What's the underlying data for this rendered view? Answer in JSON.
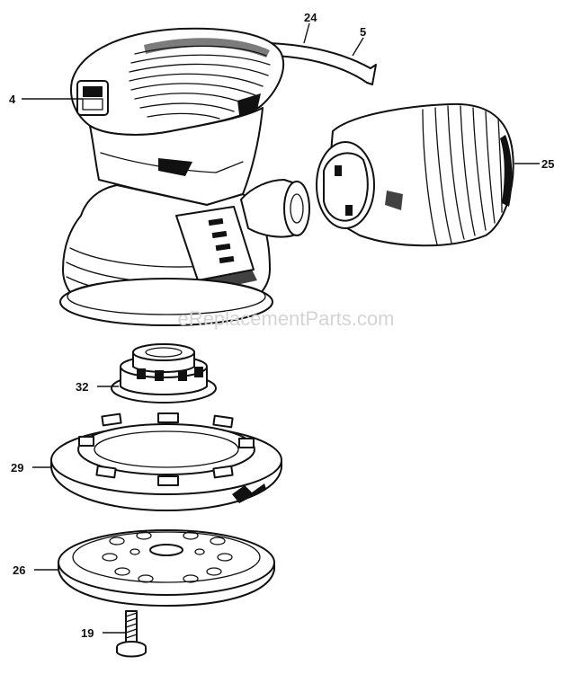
{
  "watermark": "eReplacementParts.com",
  "callouts": {
    "c24": "24",
    "c5": "5",
    "c4": "4",
    "c25": "25",
    "c32": "32",
    "c29": "29",
    "c26": "26",
    "c19": "19"
  }
}
